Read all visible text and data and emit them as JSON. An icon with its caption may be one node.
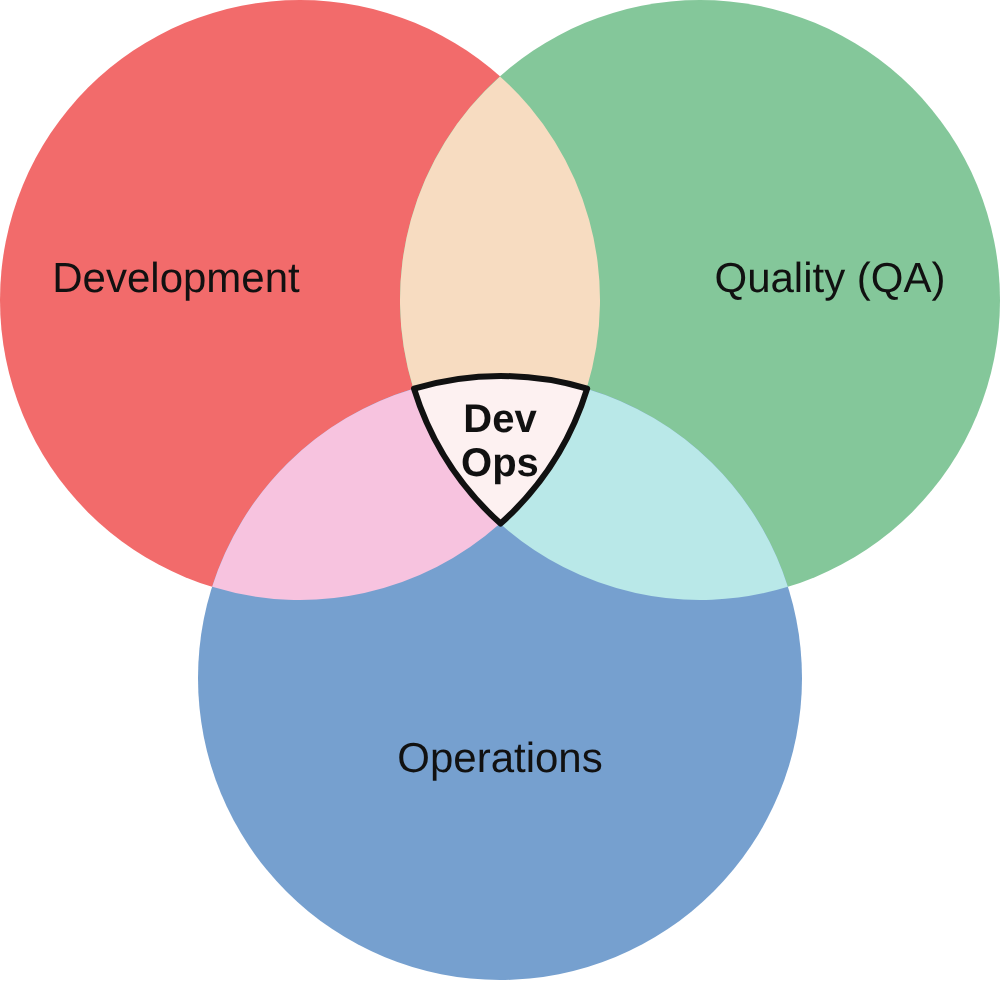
{
  "diagram": {
    "nodes": [
      {
        "text": [
          "Development"
        ]
      },
      {
        "text": [
          "Quality (QA)"
        ]
      },
      {
        "text": [
          "Operations"
        ]
      },
      {
        "text": [
          "Dev Ops"
        ]
      },
      {
        "text": [],
        "shape": "lens"
      },
      {
        "text": [],
        "shape": "lens"
      },
      {
        "text": [],
        "shape": "lens"
      }
    ]
  }
}
